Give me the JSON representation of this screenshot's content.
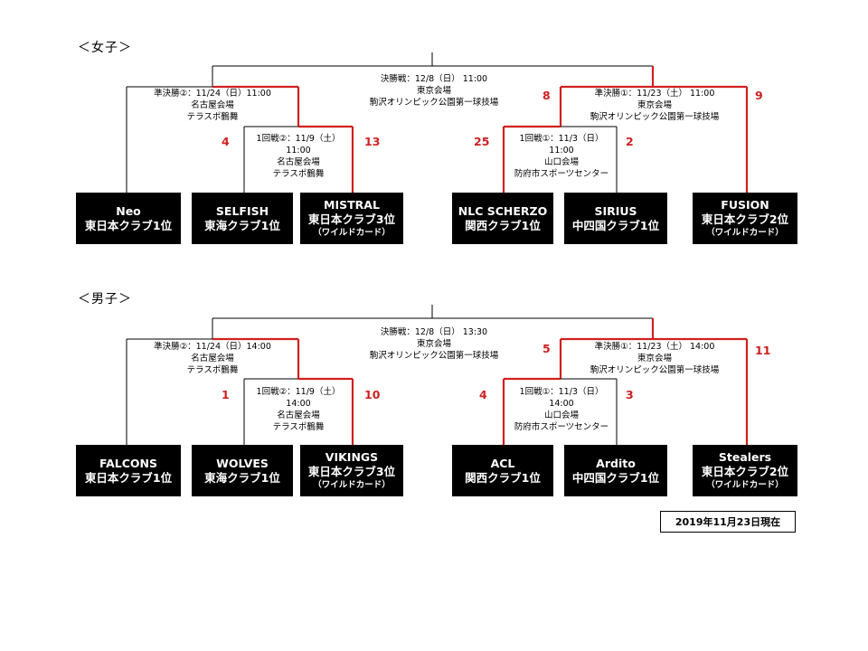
{
  "sections": [
    {
      "label": "＜女子＞",
      "final": [
        "決勝戦：12/8（日） 11:00",
        "東京会場",
        "駒沢オリンピック公園第一球技場"
      ],
      "semi_left": [
        "準決勝②：11/24（日）11:00",
        "名古屋会場",
        "テラスポ鶴舞"
      ],
      "semi_right": [
        "準決勝①：11/23（土） 11:00",
        "東京会場",
        "駒沢オリンピック公園第一球技場"
      ],
      "r1_left": [
        "1回戦②：11/9（土）",
        "11:00",
        "名古屋会場",
        "テラスポ鶴舞"
      ],
      "r1_right": [
        "1回戦①：11/3（日）",
        "11:00",
        "山口会場",
        "防府市スポーツセンター"
      ],
      "scores": {
        "r1_left_a": "4",
        "r1_left_b": "13",
        "r1_right_a": "25",
        "r1_right_b": "2",
        "semi_right_a": "8",
        "semi_right_b": "9"
      },
      "teams": [
        {
          "name": "Neo",
          "region": "東日本クラブ1位",
          "note": ""
        },
        {
          "name": "SELFISH",
          "region": "東海クラブ1位",
          "note": ""
        },
        {
          "name": "MISTRAL",
          "region": "東日本クラブ3位",
          "note": "（ワイルドカード）"
        },
        {
          "name": "NLC SCHERZO",
          "region": "関西クラブ1位",
          "note": ""
        },
        {
          "name": "SIRIUS",
          "region": "中四国クラブ1位",
          "note": ""
        },
        {
          "name": "FUSION",
          "region": "東日本クラブ2位",
          "note": "（ワイルドカード）"
        }
      ]
    },
    {
      "label": "＜男子＞",
      "final": [
        "決勝戦：12/8（日） 13:30",
        "東京会場",
        "駒沢オリンピック公園第一球技場"
      ],
      "semi_left": [
        "準決勝②：11/24（日）14:00",
        "名古屋会場",
        "テラスポ鶴舞"
      ],
      "semi_right": [
        "準決勝①：11/23（土） 14:00",
        "東京会場",
        "駒沢オリンピック公園第一球技場"
      ],
      "r1_left": [
        "1回戦②：11/9（土）",
        "14:00",
        "名古屋会場",
        "テラスポ鶴舞"
      ],
      "r1_right": [
        "1回戦①：11/3（日）",
        "14:00",
        "山口会場",
        "防府市スポーツセンター"
      ],
      "scores": {
        "r1_left_a": "1",
        "r1_left_b": "10",
        "r1_right_a": "4",
        "r1_right_b": "3",
        "semi_right_a": "5",
        "semi_right_b": "11"
      },
      "teams": [
        {
          "name": "FALCONS",
          "region": "東日本クラブ1位",
          "note": ""
        },
        {
          "name": "WOLVES",
          "region": "東海クラブ1位",
          "note": ""
        },
        {
          "name": "VIKINGS",
          "region": "東日本クラブ3位",
          "note": "（ワイルドカード）"
        },
        {
          "name": "ACL",
          "region": "関西クラブ1位",
          "note": ""
        },
        {
          "name": "Ardito",
          "region": "中四国クラブ1位",
          "note": ""
        },
        {
          "name": "Stealers",
          "region": "東日本クラブ2位",
          "note": "（ワイルドカード）"
        }
      ]
    }
  ],
  "as_of": "2019年11月23日現在",
  "colors": {
    "winner_line": "#d02020",
    "line": "#000000",
    "team_box": "#000000",
    "score": "#d02020"
  }
}
